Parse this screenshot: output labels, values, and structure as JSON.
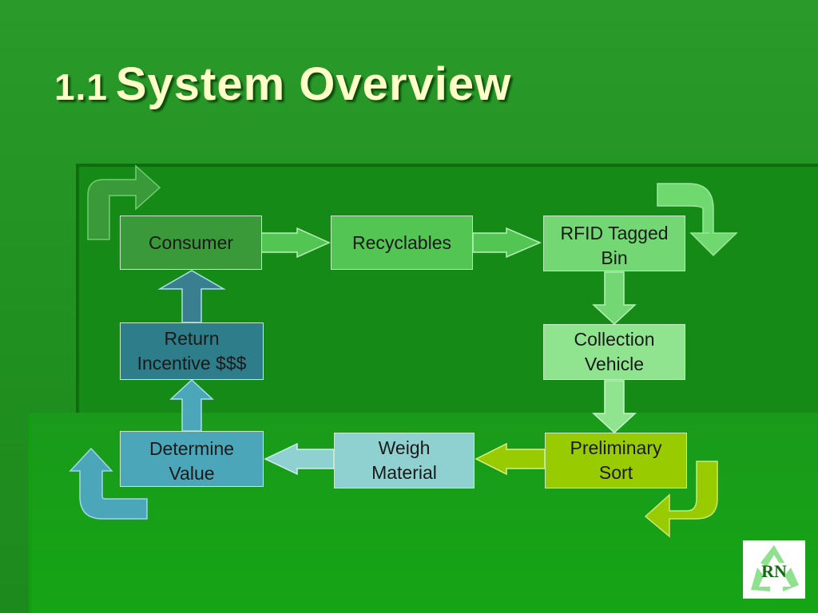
{
  "slide": {
    "title_number": "1.1",
    "title_text": "System Overview"
  },
  "flow": {
    "consumer": "Consumer",
    "recyclables": "Recyclables",
    "rfid_bin": "RFID Tagged\nBin",
    "collection_vehicle": "Collection\nVehicle",
    "preliminary_sort": "Preliminary\nSort",
    "weigh_material": "Weigh\nMaterial",
    "determine_value": "Determine\nValue",
    "return_incentive": "Return\nIncentive $$$"
  },
  "logo": {
    "text": "RN",
    "icon": "recycle-icon"
  },
  "colors": {
    "consumer": "#3a9a3a",
    "recyclables": "#52c552",
    "rfid_bin": "#73d873",
    "collection_vehicle": "#90e490",
    "preliminary_sort": "#99cc00",
    "weigh_material": "#8fd0d0",
    "determine_value": "#4aa6b8",
    "return_incentive": "#2e7d8a",
    "title": "#ffffc8"
  }
}
